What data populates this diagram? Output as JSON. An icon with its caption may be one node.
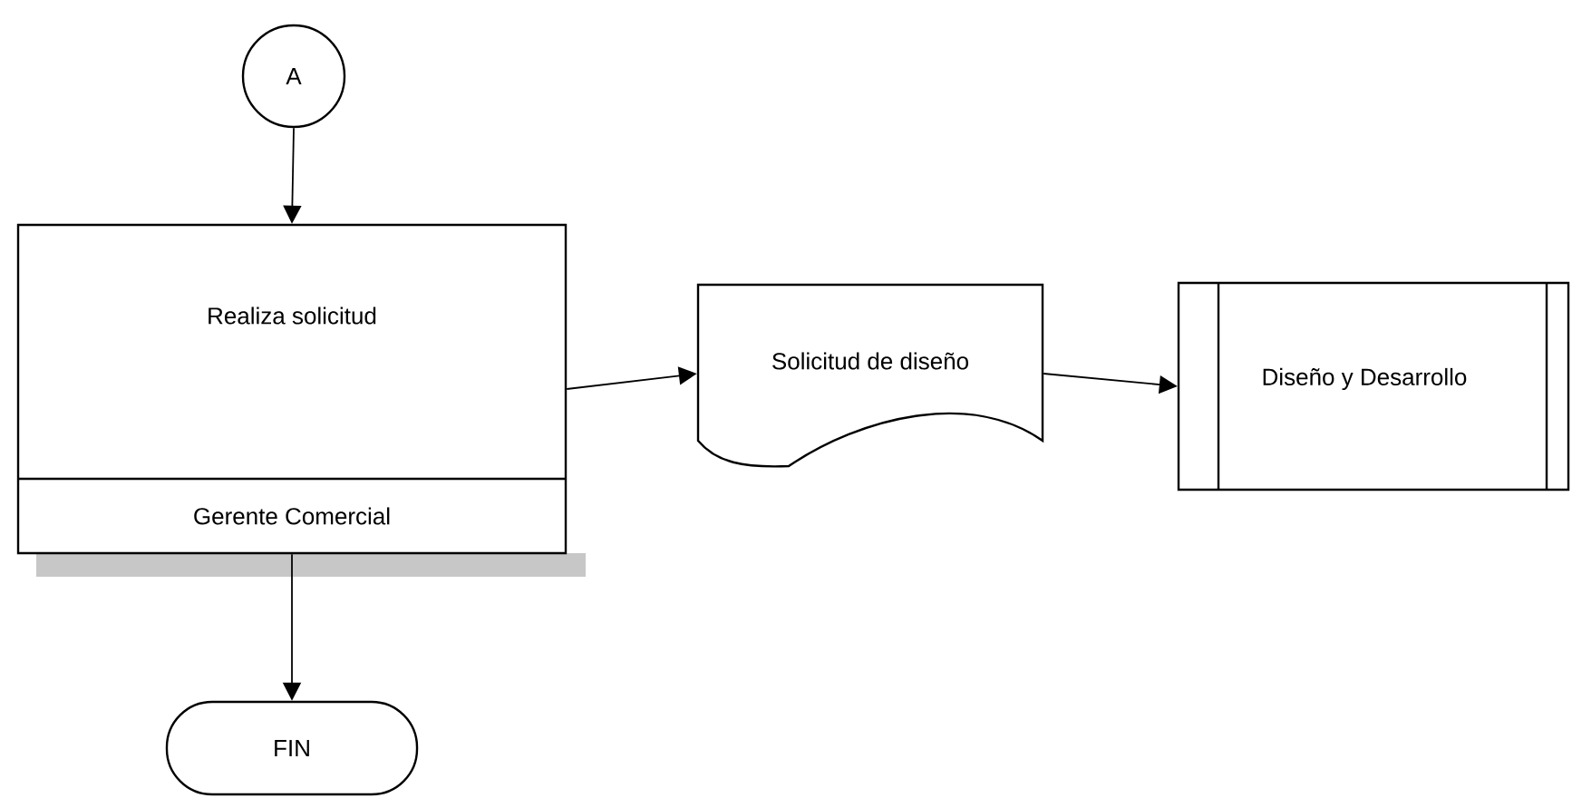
{
  "diagram": {
    "nodes": [
      {
        "text": [
          "A"
        ]
      },
      {
        "text": [
          "Realiza solicitud",
          "Gerente Comercial"
        ]
      },
      {
        "text": [
          "Solicitud de diseño"
        ]
      },
      {
        "text": [
          "Diseño y Desarrollo"
        ]
      },
      {
        "text": [
          "FIN"
        ]
      }
    ],
    "edges": [
      {
        "from": 0,
        "to": 1,
        "arrow": "to"
      },
      {
        "from": 1,
        "to": 2,
        "arrow": "to"
      },
      {
        "from": 2,
        "to": 3,
        "arrow": "to"
      },
      {
        "from": 1,
        "to": 4,
        "arrow": "to"
      }
    ]
  }
}
